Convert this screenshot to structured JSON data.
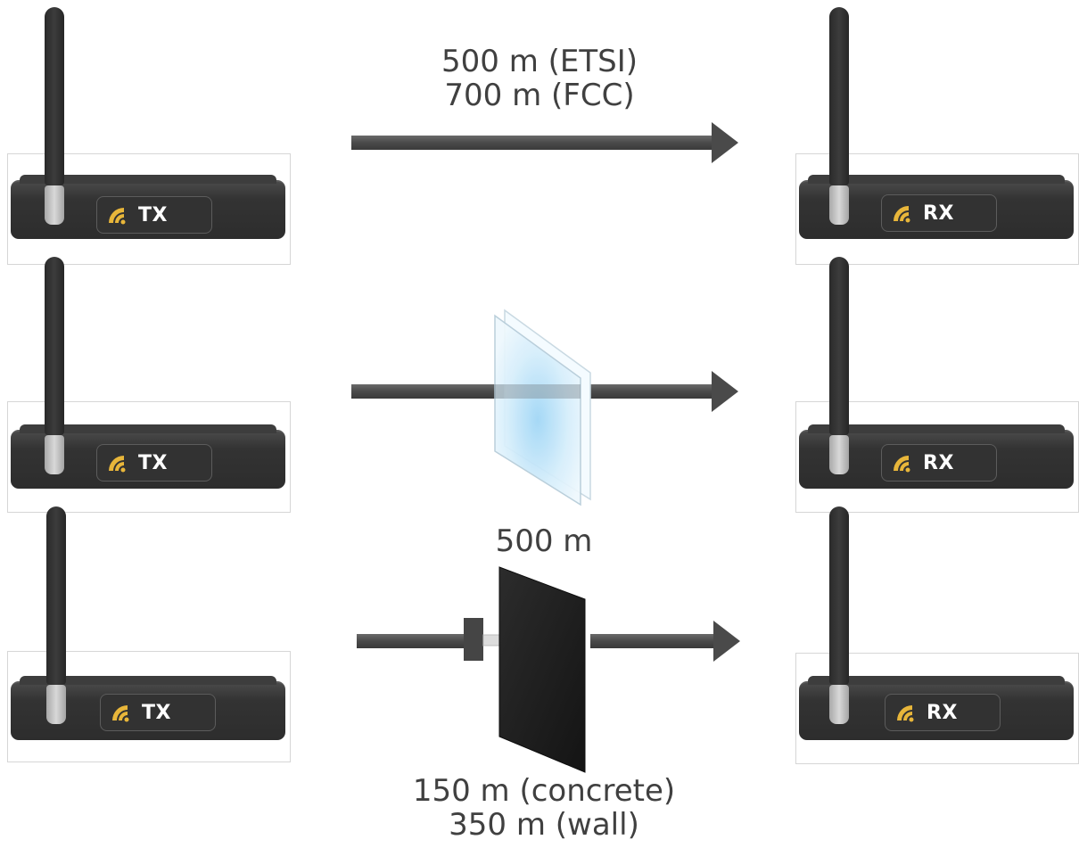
{
  "rows": [
    {
      "tx_label": "TX",
      "rx_label": "RX",
      "obstacle": "none",
      "caption_top": [
        "500 m (ETSI)",
        "700 m (FCC)"
      ]
    },
    {
      "tx_label": "TX",
      "rx_label": "RX",
      "obstacle": "glass",
      "caption_below": "500 m"
    },
    {
      "tx_label": "TX",
      "rx_label": "RX",
      "obstacle": "concrete-wall",
      "caption_below": [
        "150 m (concrete)",
        "350 m (wall)"
      ]
    }
  ],
  "colors": {
    "device_body": "#333333",
    "arrow": "#4a4a4a",
    "logo": "#e8b63a",
    "glass": "#bfe3f7",
    "wall": "#1e1e1e"
  },
  "icons": {
    "device_logo": "signal-waves-icon",
    "arrow": "arrow-right-icon"
  }
}
